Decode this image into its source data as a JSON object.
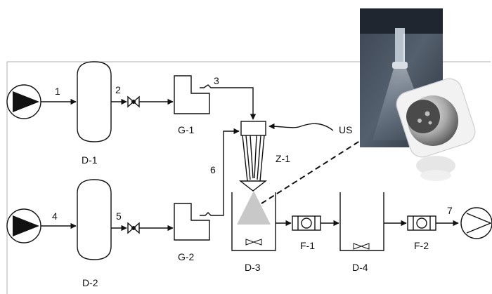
{
  "stream_labels": [
    "1",
    "2",
    "3",
    "4",
    "5",
    "6",
    "7"
  ],
  "units": {
    "D1": "D-1",
    "D2": "D-2",
    "G1": "G-1",
    "G2": "G-2",
    "Z1": "Z-1",
    "D3": "D-3",
    "D4": "D-4",
    "F1": "F-1",
    "F2": "F-2",
    "US": "US"
  },
  "colors": {
    "line": "#111111",
    "spray": "#c8c8c8",
    "photo_bg": "#2e3844",
    "photo_nozzle": "#b8c2cc",
    "bubble": "#b9b9b9",
    "frame": "#bdbdbd"
  },
  "icons": {
    "pump": "pump-icon",
    "valve": "valve-icon",
    "filter": "filter-icon",
    "stirrer": "stirrer-icon",
    "photo": "nozzle-photo",
    "sphere": "capsule-sphere-icon"
  }
}
